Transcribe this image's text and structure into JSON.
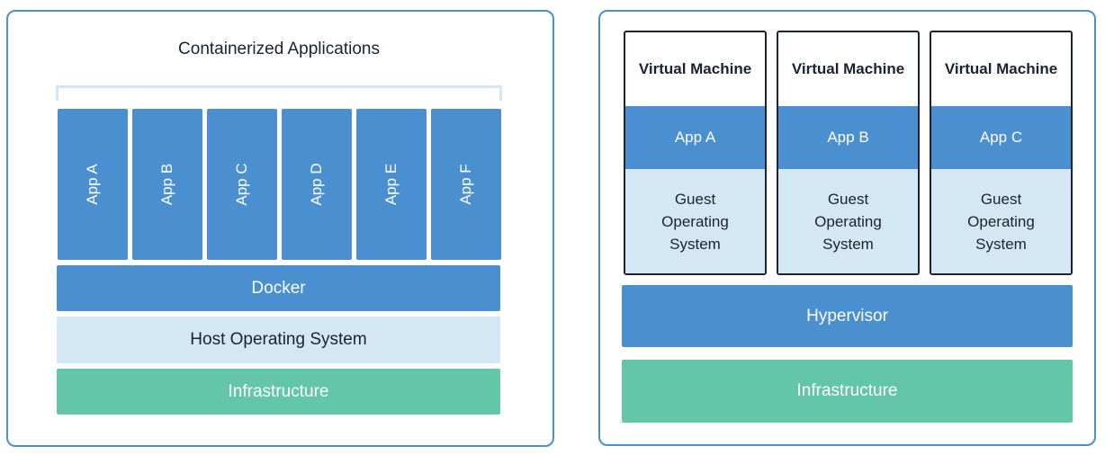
{
  "containers": {
    "title": "Containerized Applications",
    "apps": [
      "App A",
      "App B",
      "App C",
      "App D",
      "App E",
      "App F"
    ],
    "docker": "Docker",
    "host_os": "Host Operating System",
    "infrastructure": "Infrastructure"
  },
  "vms": {
    "machines": [
      {
        "title": "Virtual Machine",
        "app": "App A",
        "guest_os": "Guest Operating System"
      },
      {
        "title": "Virtual Machine",
        "app": "App B",
        "guest_os": "Guest Operating System"
      },
      {
        "title": "Virtual Machine",
        "app": "App C",
        "guest_os": "Guest Operating System"
      }
    ],
    "hypervisor": "Hypervisor",
    "infrastructure": "Infrastructure"
  },
  "colors": {
    "blue": "#4a90d0",
    "pale_blue": "#d3e7f5",
    "green": "#63c6a7",
    "dark": "#1b2333"
  }
}
